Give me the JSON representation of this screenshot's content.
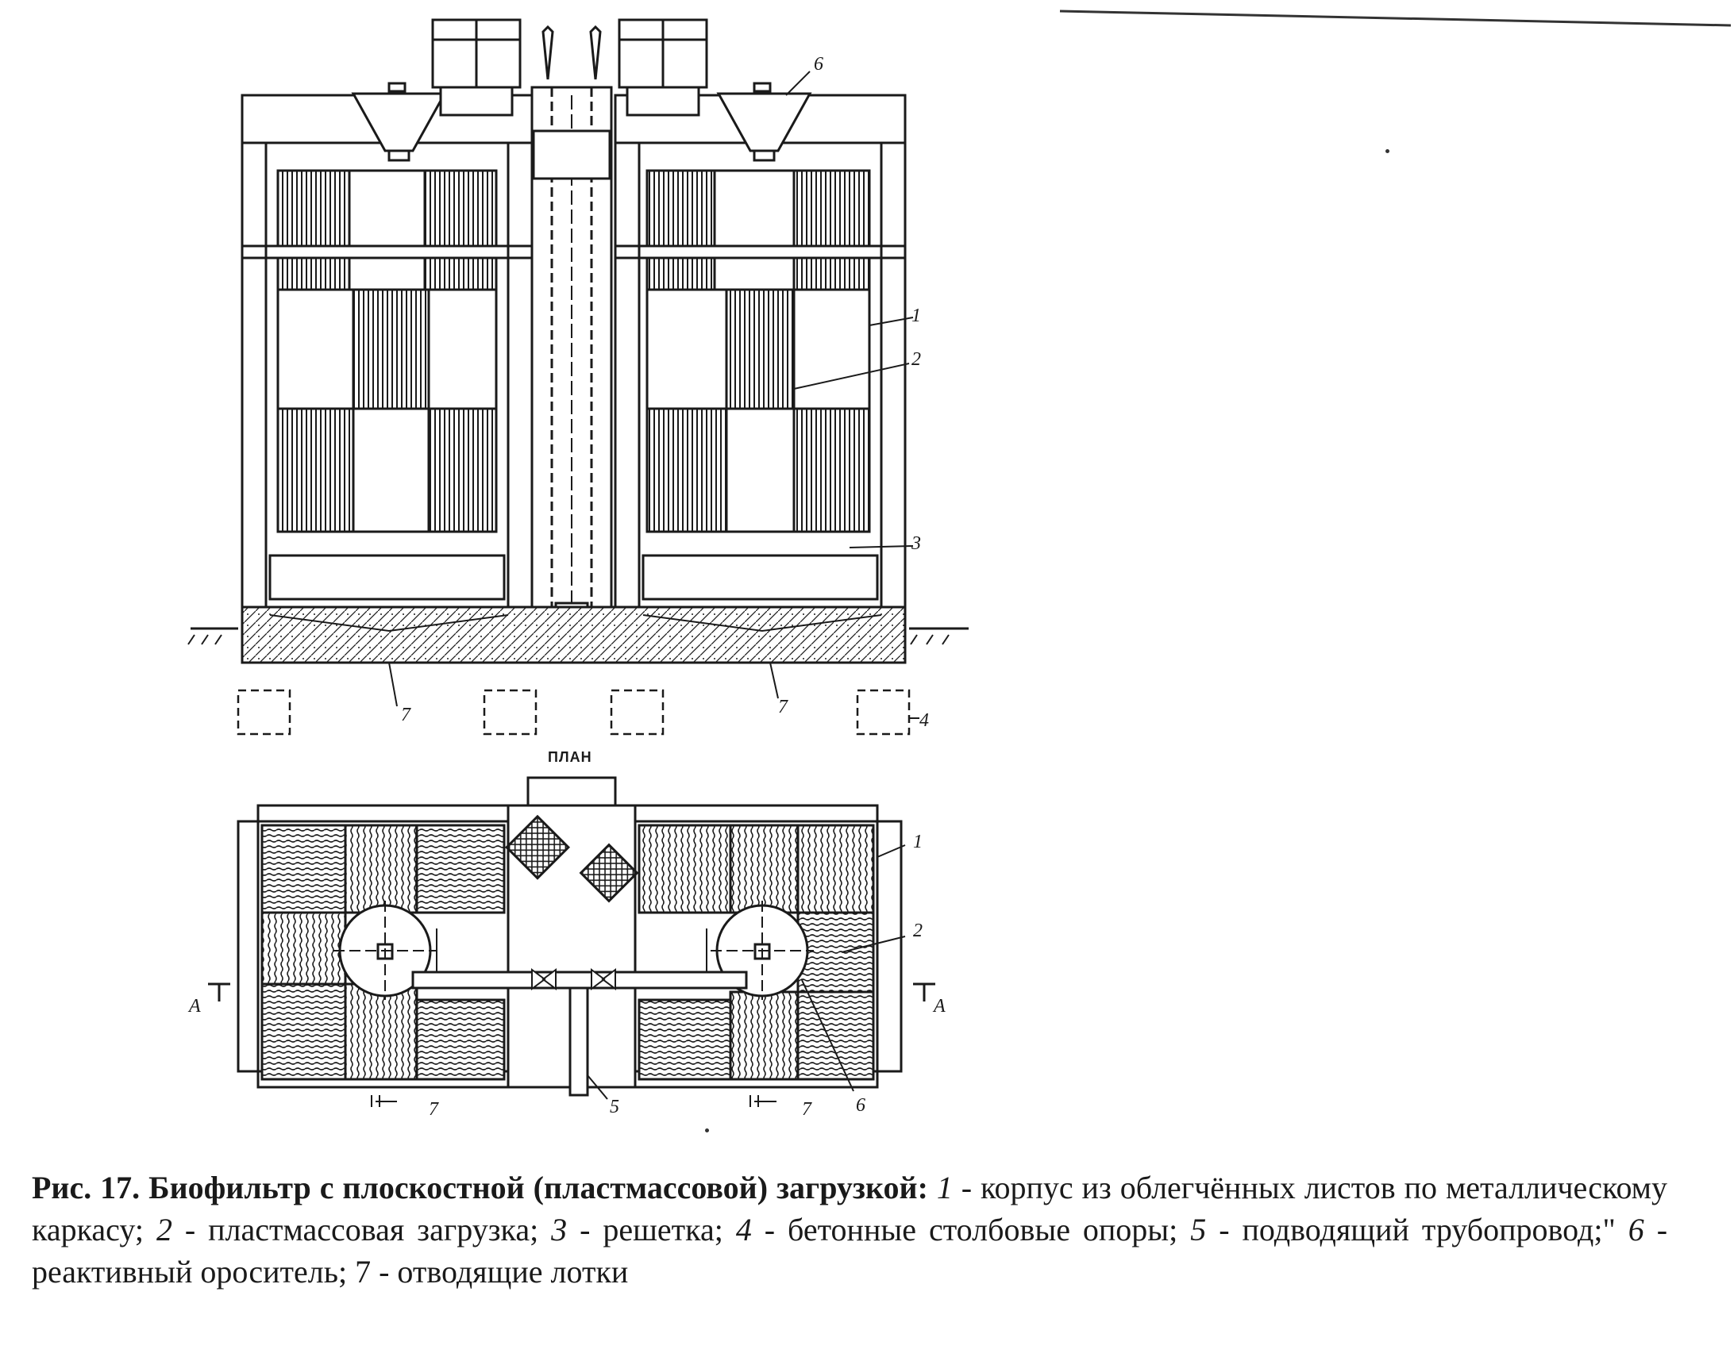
{
  "figure": {
    "section_labels": {
      "l1": "1",
      "l2": "2",
      "l3": "3",
      "l4": "4",
      "l6": "6",
      "l7a": "7",
      "l7b": "7"
    },
    "plan": {
      "title": "ПЛАН",
      "labels": {
        "l1": "1",
        "l2": "2",
        "l5": "5",
        "l6": "6",
        "l7a": "7",
        "l7b": "7",
        "section_a_left": "А",
        "section_a_right": "А"
      }
    }
  },
  "caption": {
    "prefix": "Рис. 17. Биофильтр с плоскостной (пластмассовой) загрузкой:",
    "items": [
      {
        "num": "1",
        "text": " - корпус из облегчённых листов по металлическому каркасу;"
      },
      {
        "num": "2",
        "text": " - пластмассовая загрузка;"
      },
      {
        "num": "3",
        "text": " - решетка;"
      },
      {
        "num": "4",
        "text": " - бетонные столбовые опоры;"
      },
      {
        "num": "5",
        "text": " - подводящий трубопровод;\""
      },
      {
        "num": "6",
        "text": " - реактивный ороситель;"
      },
      {
        "num": "7",
        "text": " - отводящие лотки"
      }
    ]
  }
}
